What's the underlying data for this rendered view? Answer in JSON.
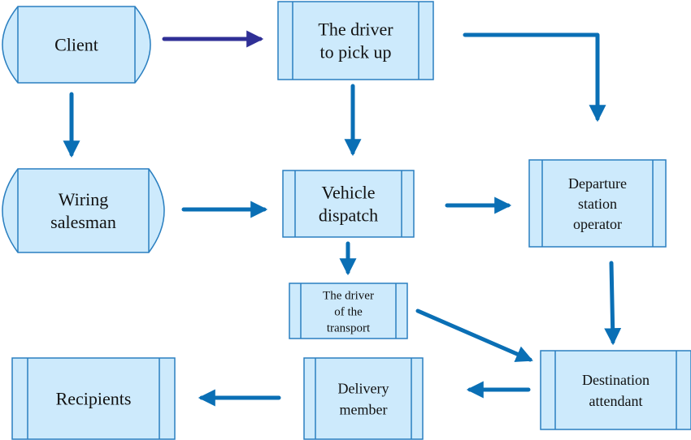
{
  "diagram": {
    "type": "flowchart",
    "colors": {
      "node_fill": "#cdeafc",
      "node_stroke": "#2a7fc0",
      "arrow_primary": "#0a6fb5",
      "arrow_client": "#2f2f96",
      "text": "#111111"
    },
    "nodes": [
      {
        "id": "client",
        "shape": "terminal",
        "lines": [
          "Client"
        ]
      },
      {
        "id": "driver_pickup",
        "shape": "process",
        "lines": [
          "The driver",
          "to pick up"
        ]
      },
      {
        "id": "wiring_salesman",
        "shape": "terminal",
        "lines": [
          "Wiring",
          "salesman"
        ]
      },
      {
        "id": "vehicle_dispatch",
        "shape": "process",
        "lines": [
          "Vehicle",
          "dispatch"
        ]
      },
      {
        "id": "departure_operator",
        "shape": "process",
        "lines": [
          "Departure",
          "station",
          "operator"
        ]
      },
      {
        "id": "driver_transport",
        "shape": "process",
        "lines": [
          "The driver",
          "of the",
          "transport"
        ]
      },
      {
        "id": "recipients",
        "shape": "process",
        "lines": [
          "Recipients"
        ]
      },
      {
        "id": "delivery_member",
        "shape": "process",
        "lines": [
          "Delivery",
          "member"
        ]
      },
      {
        "id": "destination_attendant",
        "shape": "process",
        "lines": [
          "Destination",
          "attendant"
        ]
      }
    ],
    "edges": [
      {
        "from": "client",
        "to": "driver_pickup",
        "style": "client"
      },
      {
        "from": "client",
        "to": "wiring_salesman",
        "style": "primary"
      },
      {
        "from": "driver_pickup",
        "to": "vehicle_dispatch",
        "style": "primary"
      },
      {
        "from": "driver_pickup",
        "to": "departure_operator",
        "style": "primary"
      },
      {
        "from": "wiring_salesman",
        "to": "vehicle_dispatch",
        "style": "primary"
      },
      {
        "from": "vehicle_dispatch",
        "to": "departure_operator",
        "style": "primary"
      },
      {
        "from": "vehicle_dispatch",
        "to": "driver_transport",
        "style": "primary"
      },
      {
        "from": "departure_operator",
        "to": "destination_attendant",
        "style": "primary"
      },
      {
        "from": "driver_transport",
        "to": "destination_attendant",
        "style": "primary"
      },
      {
        "from": "destination_attendant",
        "to": "delivery_member",
        "style": "primary"
      },
      {
        "from": "delivery_member",
        "to": "recipients",
        "style": "primary"
      }
    ]
  }
}
